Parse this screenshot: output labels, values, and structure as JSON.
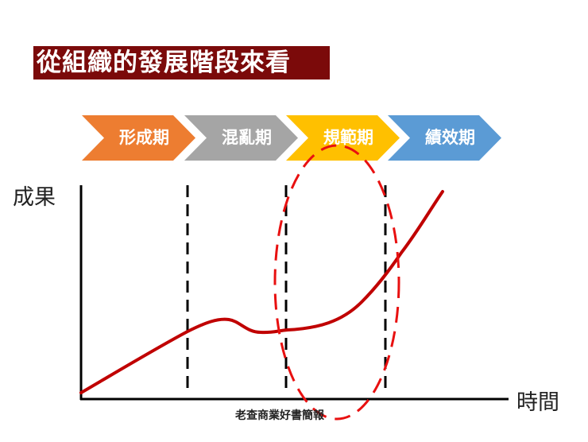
{
  "title": "從組織的發展階段來看",
  "stages": [
    {
      "label": "形成期",
      "color": "#ed7d31"
    },
    {
      "label": "混亂期",
      "color": "#a5a5a5"
    },
    {
      "label": "規範期",
      "color": "#ffc000"
    },
    {
      "label": "績效期",
      "color": "#5b9bd5"
    }
  ],
  "axes": {
    "y_label": "成果",
    "x_label": "時間"
  },
  "credit": "老查商業好書簡報",
  "colors": {
    "title_bg": "#7b0a0a",
    "curve": "#c00000",
    "highlight_ellipse": "#e81010",
    "axis": "#000000"
  },
  "highlight": {
    "stage": "規範期",
    "shape": "dashed-ellipse"
  },
  "chart_data": {
    "type": "line",
    "title": "從組織的發展階段來看",
    "xlabel": "時間",
    "ylabel": "成果",
    "phases": [
      "形成期",
      "混亂期",
      "規範期",
      "績效期"
    ],
    "phase_boundaries_x": [
      1,
      2,
      3
    ],
    "x": [
      0,
      1,
      1.37,
      1.7,
      2,
      3,
      3.6
    ],
    "y": [
      0.03,
      0.32,
      0.37,
      0.31,
      0.32,
      0.6,
      0.97
    ],
    "xlim": [
      0,
      4
    ],
    "ylim": [
      0,
      1
    ],
    "grid": false,
    "annotations": [
      "dashed ellipse highlighting 規範期"
    ]
  }
}
